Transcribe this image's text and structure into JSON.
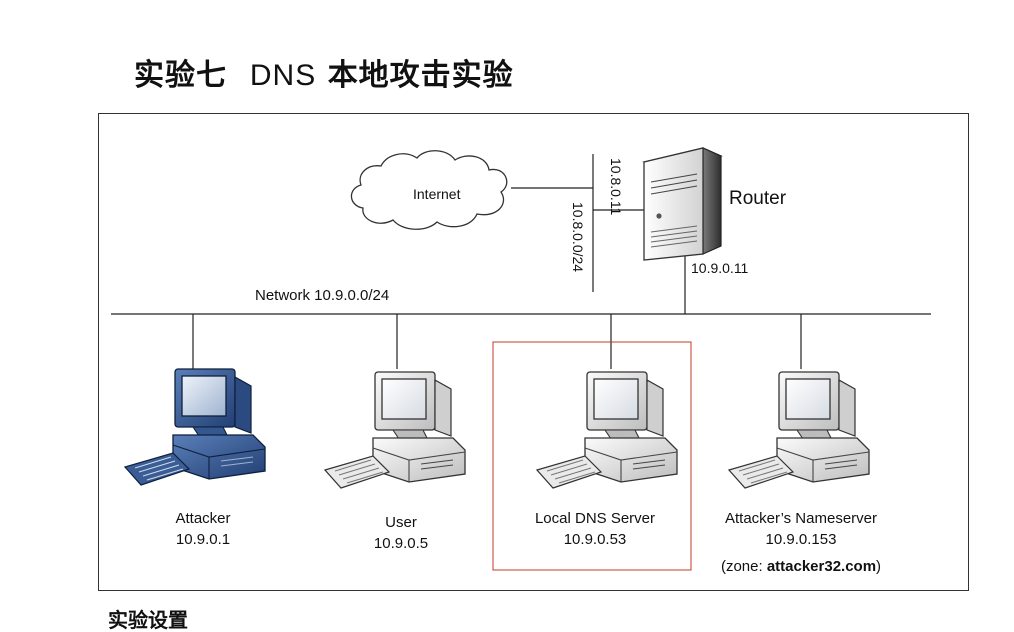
{
  "title": {
    "zh_prefix": "实验七",
    "latin": "DNS",
    "zh_suffix": "本地攻击实验"
  },
  "diagram": {
    "internet_label": "Internet",
    "router_label": "Router",
    "router_ip_external": "10.8.0.11",
    "external_network": "10.8.0.0/24",
    "router_ip_internal": "10.9.0.11",
    "network_label": "Network 10.9.0.0/24",
    "highlight_color": "#c0392b",
    "hosts": [
      {
        "name": "Attacker",
        "ip": "10.9.0.1",
        "style": "dark-blue"
      },
      {
        "name": "User",
        "ip": "10.9.0.5",
        "style": "gray"
      },
      {
        "name": "Local DNS Server",
        "ip": "10.9.0.53",
        "style": "gray",
        "highlighted": true
      },
      {
        "name": "Attacker’s Nameserver",
        "ip": "10.9.0.153",
        "style": "gray",
        "zone_prefix": "(zone: ",
        "zone_domain": "attacker32.com",
        "zone_suffix": ")"
      }
    ]
  },
  "section_heading": "实验设置"
}
